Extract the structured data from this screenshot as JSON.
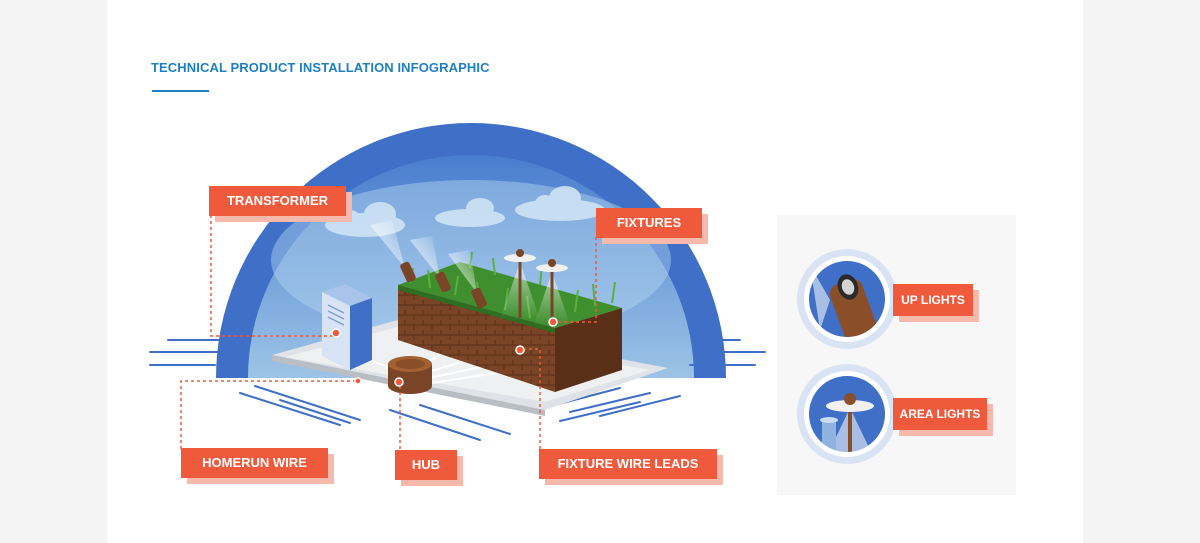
{
  "heading": "TECHNICAL PRODUCT INSTALLATION INFOGRAPHIC",
  "labels": {
    "transformer": "TRANSFORMER",
    "fixtures": "FIXTURES",
    "homerun_wire": "HOMERUN WIRE",
    "hub": "HUB",
    "fixture_wire_leads": "FIXTURE WIRE LEADS",
    "up_lights": "UP LIGHTS",
    "area_lights": "AREA LIGHTS"
  },
  "colors": {
    "accent": "#ef5a3d",
    "accent_shadow": "#f6b9ab",
    "heading_blue": "#1f7fc3",
    "sky_blue": "#3f73c9",
    "soil": "#6b3b1f",
    "grass": "#3f8f2e"
  }
}
